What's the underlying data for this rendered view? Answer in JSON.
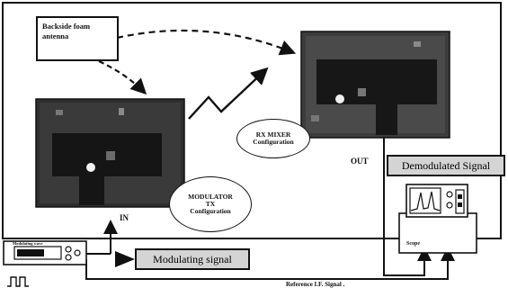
{
  "labels": {
    "antenna": [
      "Backside foam",
      "antenna"
    ],
    "modulator": [
      "MODULATOR",
      "TX",
      "Configuration"
    ],
    "rx_mixer": [
      "RX MIXER",
      "Configuration"
    ],
    "in": "IN",
    "out": "OUT",
    "demodulated": "Demodulated Signal",
    "modulating": "Modulating signal",
    "scope": "Scope",
    "generator": "Modulating wave",
    "reference": "Reference I.F. Signal ."
  }
}
